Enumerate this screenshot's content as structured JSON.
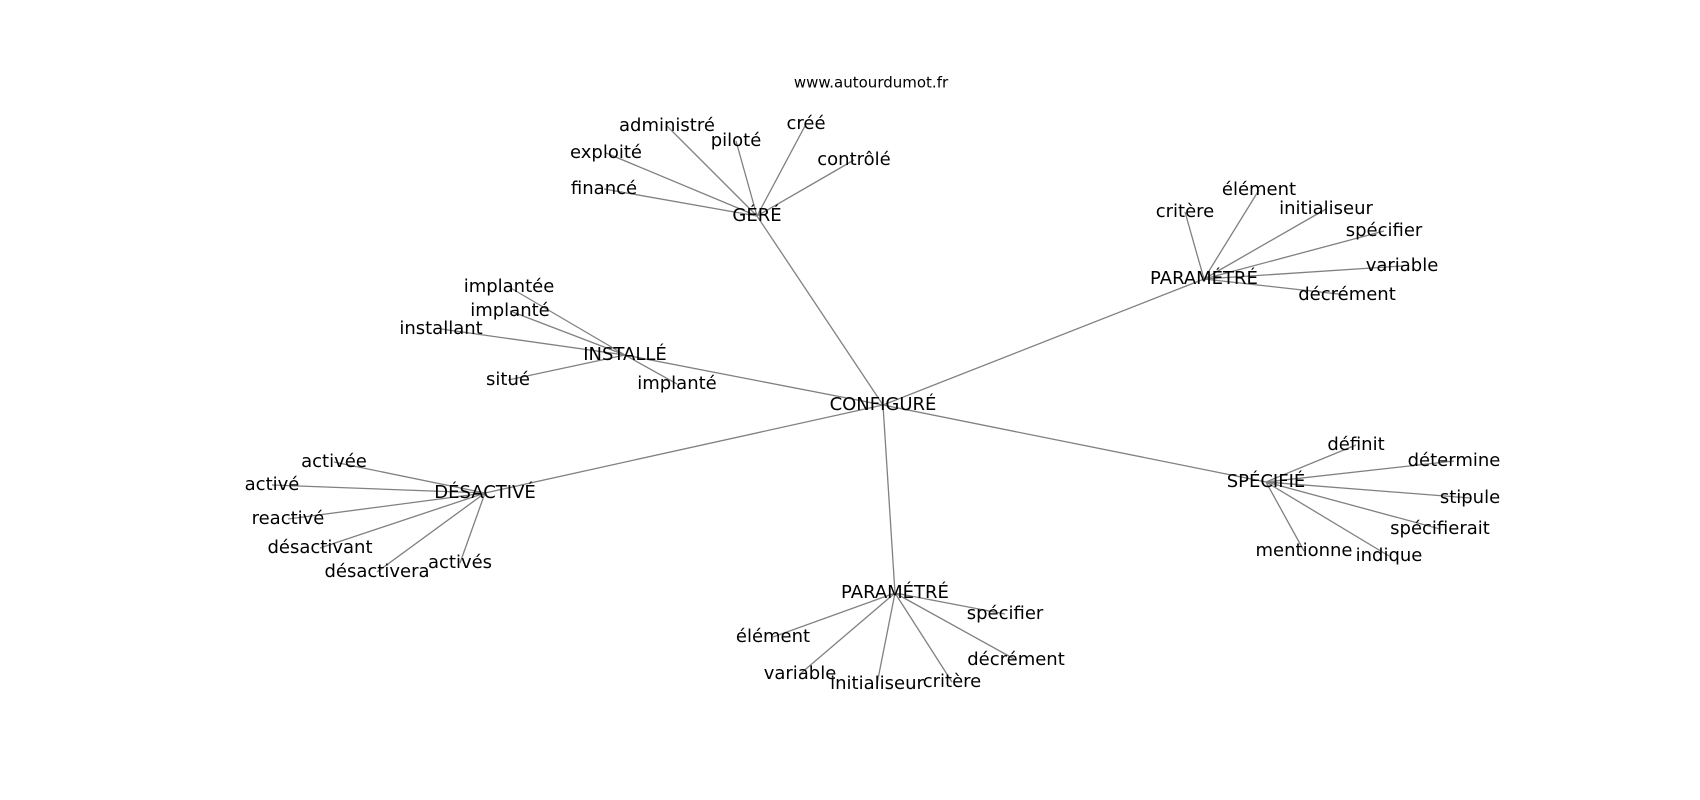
{
  "site": "www.autourdumot.fr",
  "root": "CONFIGURÉ",
  "clusters": [
    {
      "hub": "GÉRÉ",
      "leaves": [
        "financé",
        "exploité",
        "administré",
        "piloté",
        "créé",
        "contrôlé"
      ]
    },
    {
      "hub": "PARAMÉTRÉ",
      "leaves": [
        "critère",
        "élément",
        "initialiseur",
        "spécifier",
        "variable",
        "décrément"
      ]
    },
    {
      "hub": "INSTALLÉ",
      "leaves": [
        "implantée",
        "implanté",
        "installant",
        "situé",
        "implanté"
      ]
    },
    {
      "hub": "DÉSACTIVÉ",
      "leaves": [
        "activée",
        "activé",
        "reactivé",
        "désactivant",
        "désactivera",
        "activés"
      ]
    },
    {
      "hub": "SPÉCIFIÉ",
      "leaves": [
        "définit",
        "détermine",
        "stipule",
        "spécifierait",
        "indique",
        "mentionne"
      ]
    },
    {
      "hub": "PARAMÉTRÉ",
      "leaves": [
        "élément",
        "variable",
        "initialiseur",
        "critère",
        "décrément",
        "spécifier"
      ]
    }
  ]
}
